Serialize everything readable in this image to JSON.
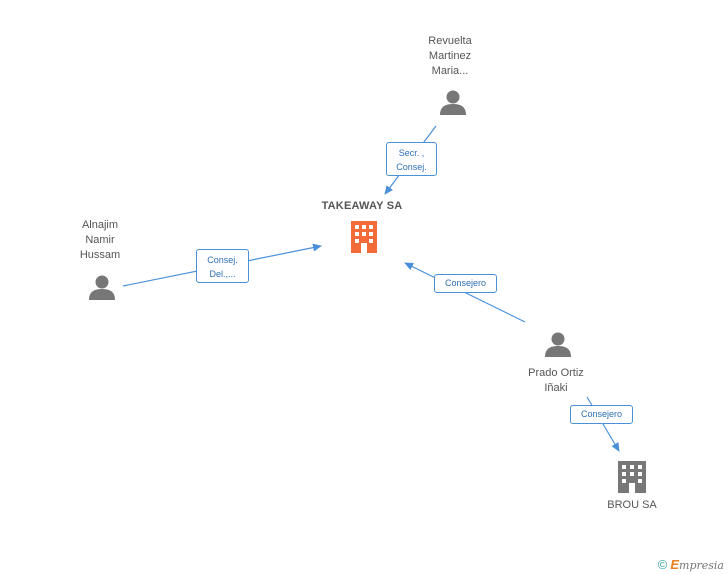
{
  "company": {
    "name": "TAKEAWAY SA",
    "icon": "building-icon",
    "color": "#f26b38"
  },
  "related_company": {
    "name": "BROU SA",
    "icon": "building-icon",
    "color": "#777777"
  },
  "people": [
    {
      "id": "revuelta",
      "name": "Revuelta\nMartinez\nMaria...",
      "icon": "person-icon"
    },
    {
      "id": "alnajim",
      "name": "Alnajim\nNamir\nHussam",
      "icon": "person-icon"
    },
    {
      "id": "prado",
      "name": "Prado Ortiz\nIñaki",
      "icon": "person-icon"
    }
  ],
  "edges": [
    {
      "from": "revuelta",
      "to": "TAKEAWAY SA",
      "label": "Secr. ,\nConsej."
    },
    {
      "from": "alnajim",
      "to": "TAKEAWAY SA",
      "label": "Consej.\nDel.,..."
    },
    {
      "from": "prado",
      "to": "TAKEAWAY SA",
      "label": "Consejero"
    },
    {
      "from": "prado",
      "to": "BROU SA",
      "label": "Consejero"
    }
  ],
  "colors": {
    "edge": "#4a90d9",
    "person": "#777777",
    "main_company": "#f26b38"
  },
  "footer": {
    "copyright_symbol": "©",
    "brand_initial": "E",
    "brand_rest": "mpresia"
  }
}
